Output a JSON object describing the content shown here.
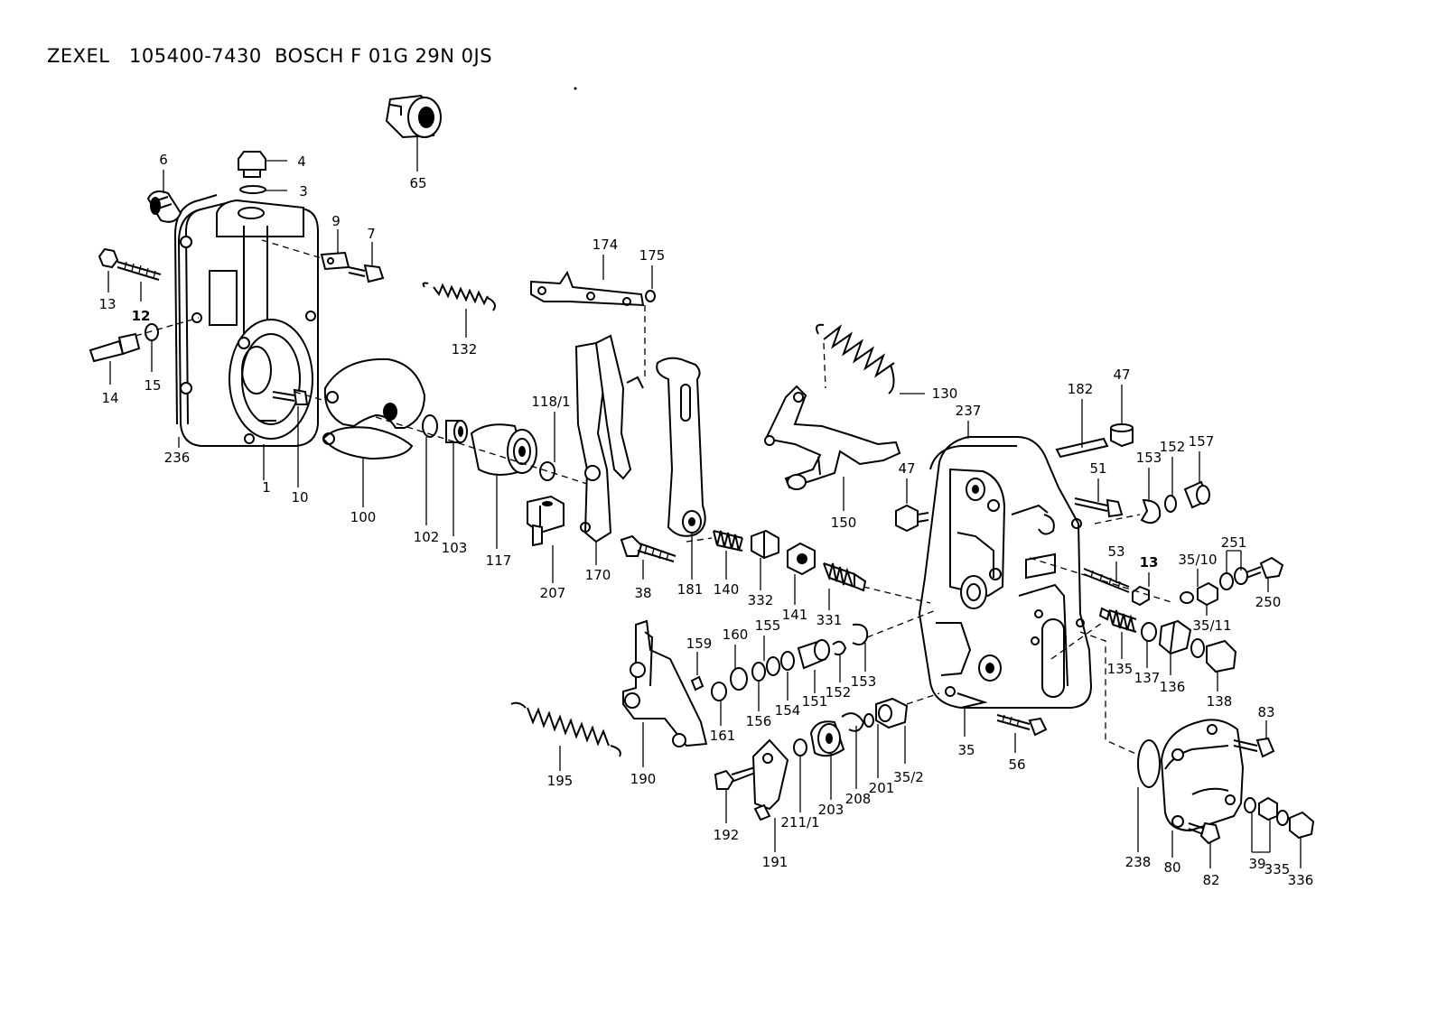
{
  "title": {
    "brand": "ZEXEL",
    "part_number": "105400-7430",
    "bosch_number": "BOSCH F 01G 29N 0JS"
  },
  "callouts": [
    {
      "id": "c1",
      "text": "1"
    },
    {
      "id": "c3",
      "text": "3"
    },
    {
      "id": "c4",
      "text": "4"
    },
    {
      "id": "c6",
      "text": "6"
    },
    {
      "id": "c7",
      "text": "7"
    },
    {
      "id": "c9",
      "text": "9"
    },
    {
      "id": "c10",
      "text": "10"
    },
    {
      "id": "c12",
      "text": "12"
    },
    {
      "id": "c13a",
      "text": "13"
    },
    {
      "id": "c13b",
      "text": "13"
    },
    {
      "id": "c14",
      "text": "14"
    },
    {
      "id": "c15",
      "text": "15"
    },
    {
      "id": "c35",
      "text": "35"
    },
    {
      "id": "c35_2",
      "text": "35/2"
    },
    {
      "id": "c35_10",
      "text": "35/10"
    },
    {
      "id": "c35_11",
      "text": "35/11"
    },
    {
      "id": "c38",
      "text": "38"
    },
    {
      "id": "c39",
      "text": "39"
    },
    {
      "id": "c47a",
      "text": "47"
    },
    {
      "id": "c47b",
      "text": "47"
    },
    {
      "id": "c51",
      "text": "51"
    },
    {
      "id": "c53",
      "text": "53"
    },
    {
      "id": "c56",
      "text": "56"
    },
    {
      "id": "c65",
      "text": "65"
    },
    {
      "id": "c80",
      "text": "80"
    },
    {
      "id": "c82",
      "text": "82"
    },
    {
      "id": "c83",
      "text": "83"
    },
    {
      "id": "c100",
      "text": "100"
    },
    {
      "id": "c102",
      "text": "102"
    },
    {
      "id": "c103",
      "text": "103"
    },
    {
      "id": "c117",
      "text": "117"
    },
    {
      "id": "c118_1",
      "text": "118/1"
    },
    {
      "id": "c130",
      "text": "130"
    },
    {
      "id": "c132",
      "text": "132"
    },
    {
      "id": "c135",
      "text": "135"
    },
    {
      "id": "c136",
      "text": "136"
    },
    {
      "id": "c137",
      "text": "137"
    },
    {
      "id": "c138",
      "text": "138"
    },
    {
      "id": "c140",
      "text": "140"
    },
    {
      "id": "c141",
      "text": "141"
    },
    {
      "id": "c150",
      "text": "150"
    },
    {
      "id": "c151",
      "text": "151"
    },
    {
      "id": "c152a",
      "text": "152"
    },
    {
      "id": "c152b",
      "text": "152"
    },
    {
      "id": "c153a",
      "text": "153"
    },
    {
      "id": "c153b",
      "text": "153"
    },
    {
      "id": "c154",
      "text": "154"
    },
    {
      "id": "c155",
      "text": "155"
    },
    {
      "id": "c156",
      "text": "156"
    },
    {
      "id": "c157",
      "text": "157"
    },
    {
      "id": "c159",
      "text": "159"
    },
    {
      "id": "c160",
      "text": "160"
    },
    {
      "id": "c161",
      "text": "161"
    },
    {
      "id": "c170",
      "text": "170"
    },
    {
      "id": "c174",
      "text": "174"
    },
    {
      "id": "c175",
      "text": "175"
    },
    {
      "id": "c181",
      "text": "181"
    },
    {
      "id": "c182",
      "text": "182"
    },
    {
      "id": "c190",
      "text": "190"
    },
    {
      "id": "c191",
      "text": "191"
    },
    {
      "id": "c192",
      "text": "192"
    },
    {
      "id": "c195",
      "text": "195"
    },
    {
      "id": "c201",
      "text": "201"
    },
    {
      "id": "c203",
      "text": "203"
    },
    {
      "id": "c207",
      "text": "207"
    },
    {
      "id": "c208",
      "text": "208"
    },
    {
      "id": "c211_1",
      "text": "211/1"
    },
    {
      "id": "c236",
      "text": "236"
    },
    {
      "id": "c237",
      "text": "237"
    },
    {
      "id": "c238",
      "text": "238"
    },
    {
      "id": "c250",
      "text": "250"
    },
    {
      "id": "c251",
      "text": "251"
    },
    {
      "id": "c331",
      "text": "331"
    },
    {
      "id": "c332",
      "text": "332"
    },
    {
      "id": "c335",
      "text": "335"
    },
    {
      "id": "c336",
      "text": "336"
    }
  ]
}
